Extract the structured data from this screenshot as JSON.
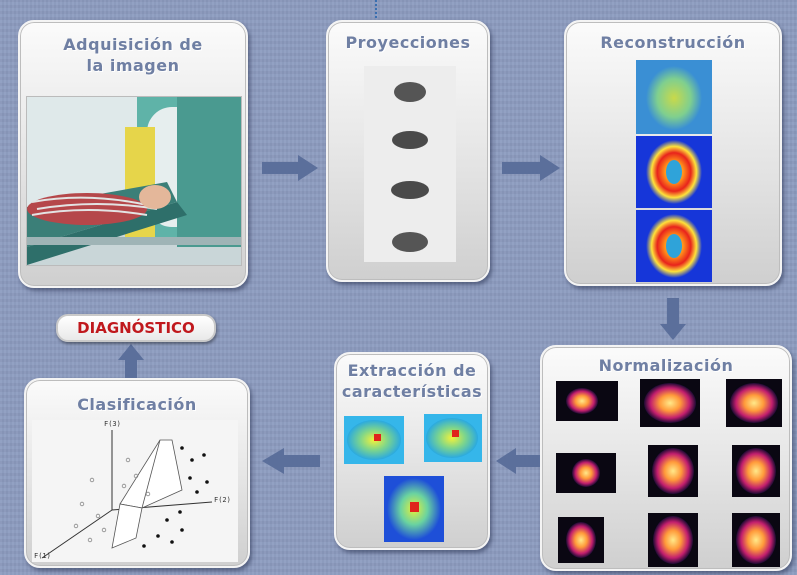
{
  "panels": {
    "acquisition": {
      "title": "Adquisición de la imagen"
    },
    "projections": {
      "title": "Proyecciones"
    },
    "reconstruction": {
      "title": "Reconstrucción"
    },
    "normalization": {
      "title": "Normalización"
    },
    "features": {
      "title": "Extracción de características"
    },
    "classification": {
      "title": "Clasificación",
      "axis_labels": {
        "f1": "F(1)",
        "f2": "F(2)",
        "f3": "F(3)"
      }
    }
  },
  "diagnosis_label": "DIAGNÓSTICO",
  "colors": {
    "background": "#8d9cc0",
    "arrow": "#5b6f9b",
    "title_text": "#6f7fa3",
    "diagnosis_text": "#c0181d"
  },
  "icons": {
    "flow_arrow": "right-arrow-icon"
  }
}
